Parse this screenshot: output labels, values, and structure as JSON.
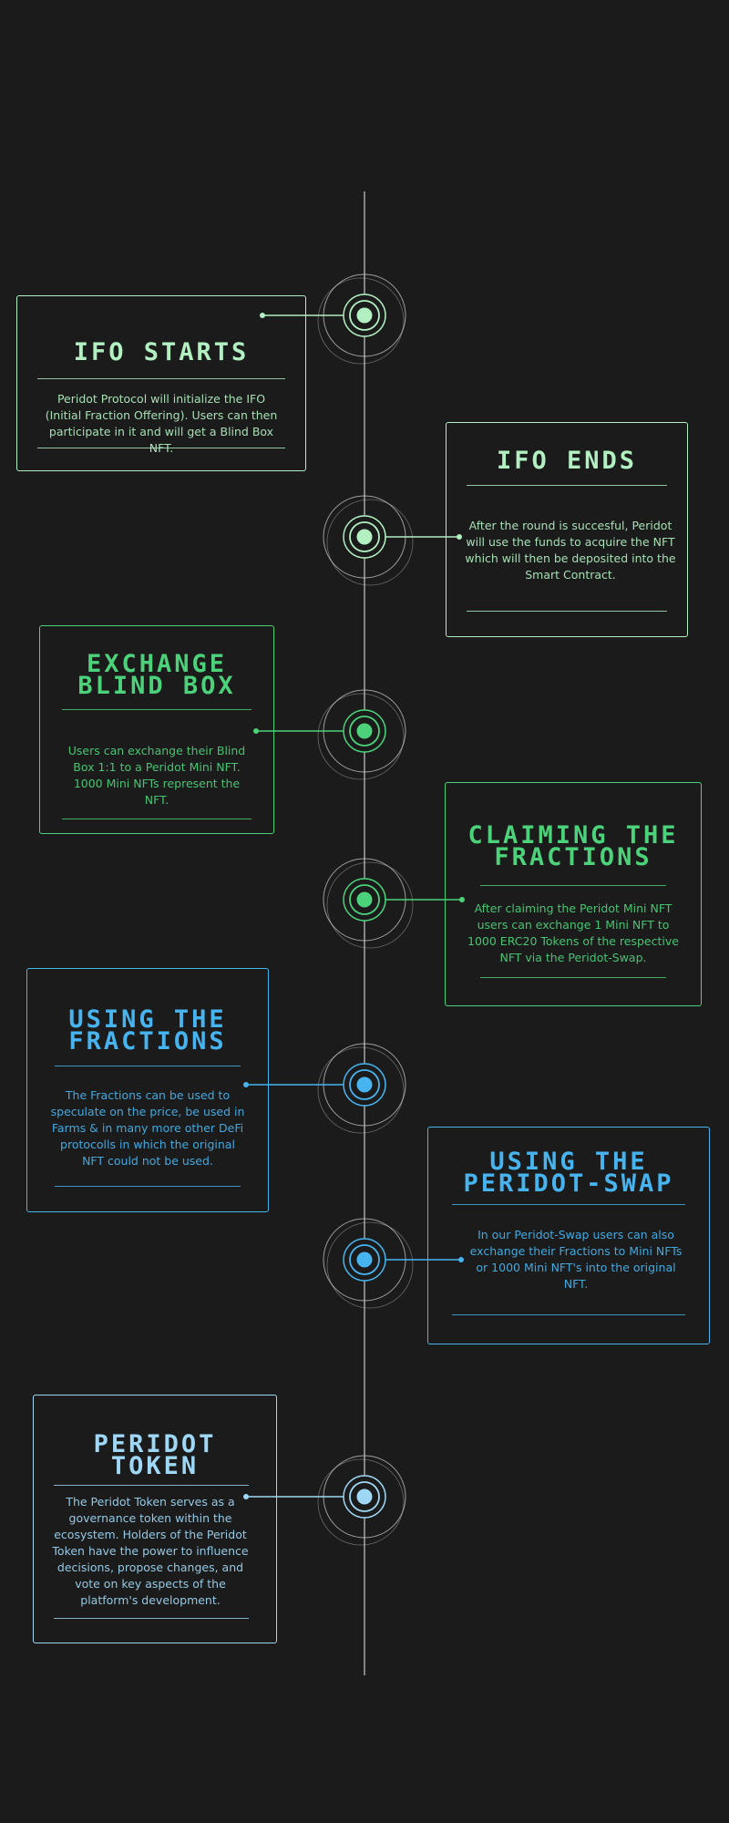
{
  "colors": {
    "background": "#1b1b1b",
    "timeline": "#c9c9c9",
    "mint": "#b2f0c2",
    "green": "#4bd27b",
    "sky": "#47b4ef",
    "light_blue": "#9fd8f6"
  },
  "steps": [
    {
      "title": "IFO STARTS",
      "body": "Peridot Protocol will initialize the IFO (Initial Fraction Offering). Users can then participate in it and will get a Blind Box NFT.",
      "color": "mint"
    },
    {
      "title": "IFO ENDS",
      "body": "After the round is succesful, Peridot will use the funds to acquire the NFT which will then be deposited into the Smart Contract.",
      "color": "mint"
    },
    {
      "title": "EXCHANGE\nBLIND BOX",
      "body": "Users can exchange their Blind Box 1:1 to a Peridot Mini NFT. 1000 Mini NFTs represent the NFT.",
      "color": "green"
    },
    {
      "title": "CLAIMING THE\nFRACTIONS",
      "body": "After claiming the Peridot Mini NFT users can exchange 1 Mini NFT to 1000 ERC20 Tokens of the respective NFT via the Peridot-Swap.",
      "color": "green"
    },
    {
      "title": "USING THE\nFRACTIONS",
      "body": "The Fractions can be used to speculate on the price, be used in Farms & in many more other DeFi protocolls in which the original NFT could not be used.",
      "color": "sky"
    },
    {
      "title": "USING THE\nPERIDOT-SWAP",
      "body": "In our Peridot-Swap users can also exchange their Fractions to Mini NFTs or 1000 Mini NFT's into the original NFT.",
      "color": "sky"
    },
    {
      "title": "PERIDOT\nTOKEN",
      "body": "The Peridot Token serves as a governance token within the ecosystem. Holders of the Peridot Token have the power to influence decisions, propose changes, and vote on key aspects of the platform's development.",
      "color": "light_blue"
    }
  ]
}
